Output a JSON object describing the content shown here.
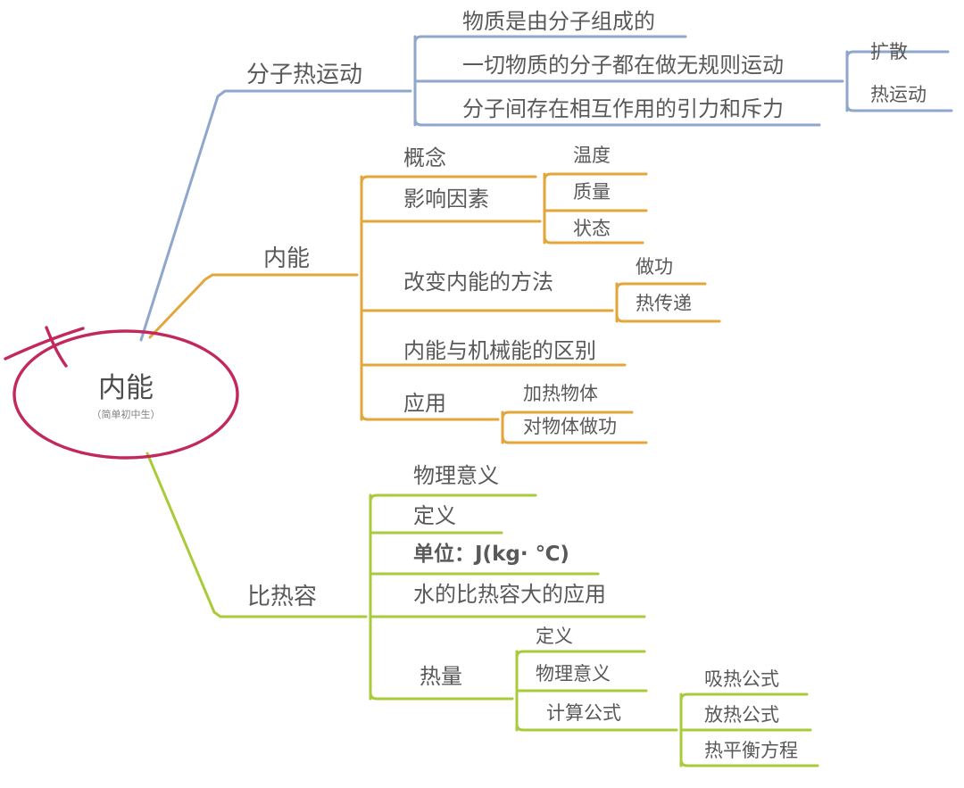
{
  "diagram": {
    "title": "内能",
    "root": {
      "label": "内能",
      "subtitle": "（简单初中生）",
      "color": "#c2285c"
    },
    "branches": [
      {
        "label": "分子热运动",
        "color": "#8fa6cd",
        "children": [
          {
            "label": "物质是由分子组成的",
            "children": []
          },
          {
            "label": "一切物质的分子都在做无规则运动",
            "children": [
              {
                "label": "扩散"
              },
              {
                "label": "热运动"
              }
            ]
          },
          {
            "label": "分子间存在相互作用的引力和斥力",
            "children": []
          }
        ]
      },
      {
        "label": "内能",
        "color": "#e3a63a",
        "children": [
          {
            "label": "概念",
            "children": []
          },
          {
            "label": "影响因素",
            "children": [
              {
                "label": "温度"
              },
              {
                "label": "质量"
              },
              {
                "label": "状态"
              }
            ]
          },
          {
            "label": "改变内能的方法",
            "children": [
              {
                "label": "做功"
              },
              {
                "label": "热传递"
              }
            ]
          },
          {
            "label": "内能与机械能的区别",
            "children": []
          },
          {
            "label": "应用",
            "children": [
              {
                "label": "加热物体"
              },
              {
                "label": "对物体做功"
              }
            ]
          }
        ]
      },
      {
        "label": "比热容",
        "color": "#a8cc39",
        "children": [
          {
            "label": "物理意义",
            "children": []
          },
          {
            "label": "定义",
            "children": []
          },
          {
            "label": "单位：J(kg· ℃)",
            "font": "sans",
            "children": []
          },
          {
            "label": "水的比热容大的应用",
            "children": []
          },
          {
            "label": "热量",
            "children": [
              {
                "label": "定义"
              },
              {
                "label": "物理意义"
              },
              {
                "label": "计算公式",
                "children": [
                  {
                    "label": "吸热公式"
                  },
                  {
                    "label": "放热公式"
                  },
                  {
                    "label": "热平衡方程"
                  }
                ]
              }
            ]
          }
        ]
      }
    ]
  }
}
